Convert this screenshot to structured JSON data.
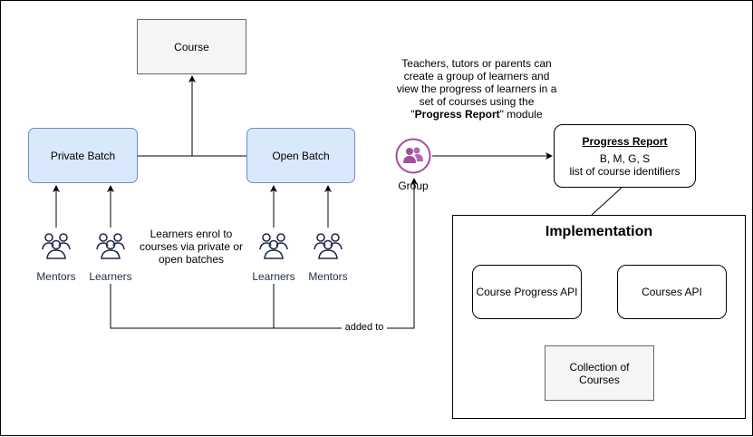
{
  "nodes": {
    "course": "Course",
    "private_batch": "Private Batch",
    "open_batch": "Open Batch",
    "group": "Group",
    "course_progress_api": "Course Progress API",
    "courses_api": "Courses API",
    "collection_line1": "Collection of",
    "collection_line2": "Courses"
  },
  "actors": {
    "mentors_left": "Mentors",
    "learners_left": "Learners",
    "learners_right": "Learners",
    "mentors_right": "Mentors"
  },
  "notes": {
    "enrol_line1": "Learners enrol to",
    "enrol_line2": "courses via private or",
    "enrol_line3": "open batches",
    "group_line1": "Teachers, tutors or parents can",
    "group_line2": "create a group of learners and",
    "group_line3": "view the progress of learners in a",
    "group_line4": "set of courses using the",
    "group_line5_open": "\"",
    "group_line5_bold": "Progress Report",
    "group_line5_close": "\" module",
    "added_to": "added to"
  },
  "progress_report": {
    "title": "Progress Report",
    "line1": "B, M, G, S",
    "line2": "list of course identifiers"
  },
  "implementation": {
    "title": "Implementation"
  },
  "colors": {
    "batch_fill": "#dae8fc",
    "batch_stroke": "#6c8ebf",
    "grey_fill": "#f5f5f5",
    "group_accent": "#a64d9e",
    "actor_color": "#1e2b4a"
  }
}
